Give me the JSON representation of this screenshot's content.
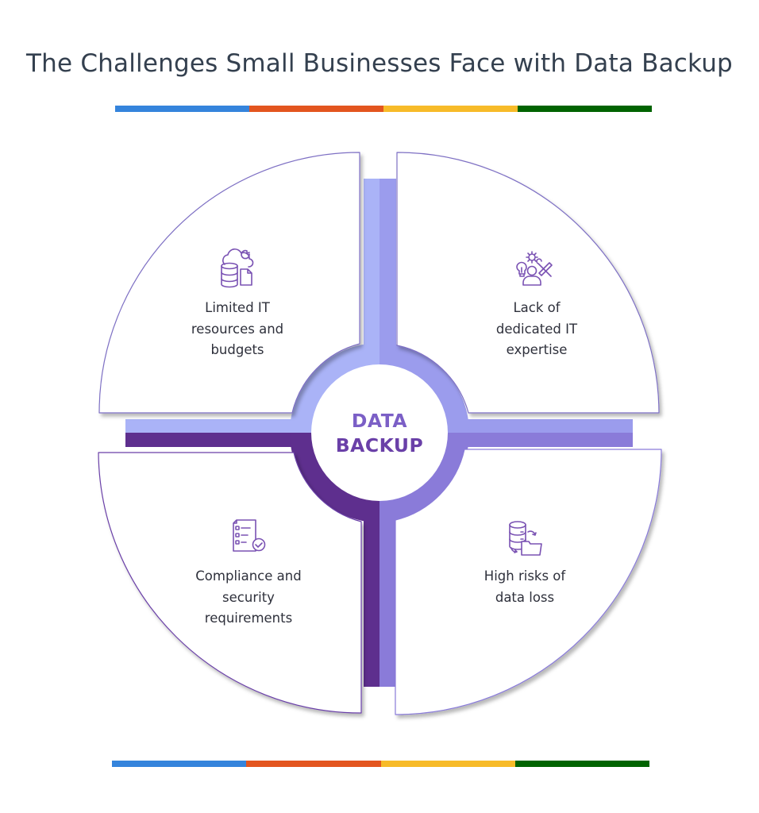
{
  "header": {
    "title": "The Challenges Small Businesses Face with Data Backup"
  },
  "divider_colors": [
    "#3584dc",
    "#e3551f",
    "#f7bb29",
    "#006300"
  ],
  "center": {
    "line1": "DATA",
    "line2": "BACKUP",
    "colors": {
      "line1": "#7b5fc6",
      "line2": "#6a40a8"
    }
  },
  "ring_colors": {
    "top_left": "#aab3f7",
    "top_right": "#9b9ced",
    "bottom_right": "#8a7bd9",
    "bottom_left": "#5e2f8e"
  },
  "quadrants": [
    {
      "position": "top-left",
      "icon": "cloud-database-document-icon",
      "lines": [
        "Limited IT",
        "resources and",
        "budgets"
      ]
    },
    {
      "position": "top-right",
      "icon": "person-ideas-tools-icon",
      "lines": [
        "Lack of",
        "dedicated IT",
        "expertise"
      ]
    },
    {
      "position": "bottom-left",
      "icon": "checklist-document-icon",
      "lines": [
        "Compliance and",
        "security",
        "requirements"
      ]
    },
    {
      "position": "bottom-right",
      "icon": "database-folder-sync-icon",
      "lines": [
        "High risks of",
        "data loss"
      ]
    }
  ]
}
